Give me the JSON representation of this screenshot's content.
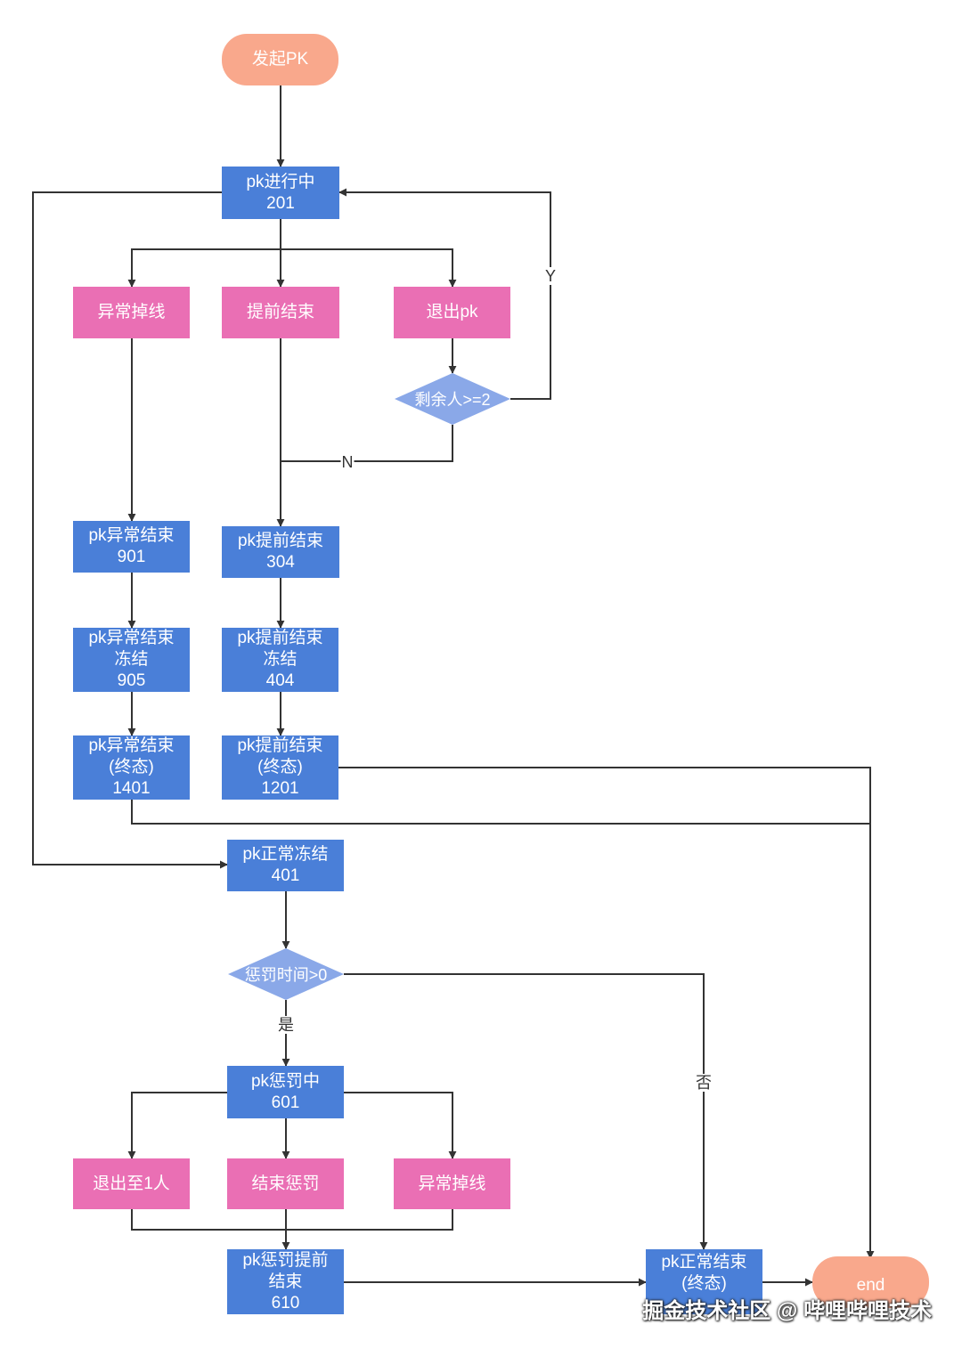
{
  "colors": {
    "process": "#4a7fd8",
    "action": "#ea6fb4",
    "decision": "#8aa8e8",
    "terminal": "#f9a88c",
    "edge": "#333333"
  },
  "nodes": {
    "start": {
      "lines": [
        "发起PK"
      ]
    },
    "pk_ongoing": {
      "lines": [
        "pk进行中",
        "201"
      ]
    },
    "abnormal_drop_1": {
      "lines": [
        "异常掉线"
      ]
    },
    "early_end": {
      "lines": [
        "提前结束"
      ]
    },
    "exit_pk": {
      "lines": [
        "退出pk"
      ]
    },
    "remaining_check": {
      "lines": [
        "剩余人>=2"
      ]
    },
    "pk_abnormal_end": {
      "lines": [
        "pk异常结束",
        "901"
      ]
    },
    "pk_early_end": {
      "lines": [
        "pk提前结束",
        "304"
      ]
    },
    "pk_abnormal_freeze": {
      "lines": [
        "pk异常结束",
        "冻结",
        "905"
      ]
    },
    "pk_early_freeze": {
      "lines": [
        "pk提前结束",
        "冻结",
        "404"
      ]
    },
    "pk_abnormal_final": {
      "lines": [
        "pk异常结束",
        "(终态)",
        "1401"
      ]
    },
    "pk_early_final": {
      "lines": [
        "pk提前结束",
        "(终态)",
        "1201"
      ]
    },
    "pk_normal_freeze": {
      "lines": [
        "pk正常冻结",
        "401"
      ]
    },
    "penalty_check": {
      "lines": [
        "惩罚时间>0"
      ]
    },
    "pk_penalty": {
      "lines": [
        "pk惩罚中",
        "601"
      ]
    },
    "exit_to_one": {
      "lines": [
        "退出至1人"
      ]
    },
    "end_penalty": {
      "lines": [
        "结束惩罚"
      ]
    },
    "abnormal_drop_2": {
      "lines": [
        "异常掉线"
      ]
    },
    "pk_penalty_early_end": {
      "lines": [
        "pk惩罚提前",
        "结束",
        "610"
      ]
    },
    "pk_normal_end": {
      "lines": [
        "pk正常结束",
        "(终态)"
      ]
    },
    "end": {
      "lines": [
        "end"
      ]
    }
  },
  "edge_labels": {
    "yes_loop": "Y",
    "no_branch": "N",
    "penalty_yes": "是",
    "penalty_no": "否"
  },
  "watermark": "掘金技术社区 @ 哔哩哔哩技术"
}
